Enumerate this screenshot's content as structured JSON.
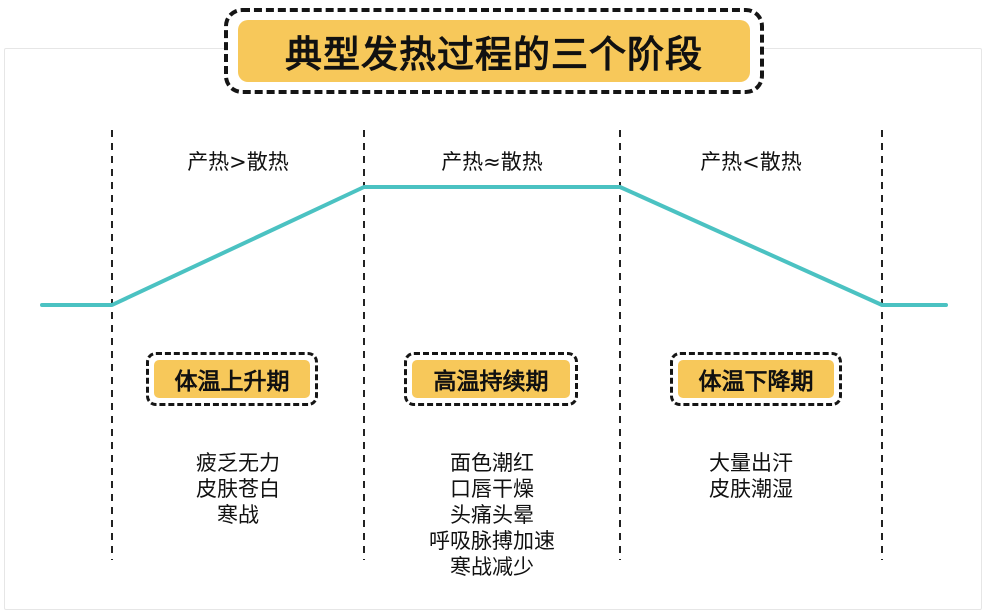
{
  "title": "典型发热过程的三个阶段",
  "colors": {
    "curve": "#4bc2c2",
    "label_fill": "#f7c85a",
    "border": "#151515"
  },
  "phases": [
    {
      "ratio": "产热>散热",
      "name": "体温上升期",
      "symptoms": [
        "疲乏无力",
        "皮肤苍白",
        "寒战"
      ]
    },
    {
      "ratio": "产热≈散热",
      "name": "高温持续期",
      "symptoms": [
        "面色潮红",
        "口唇干燥",
        "头痛头晕",
        "呼吸脉搏加速",
        "寒战减少"
      ]
    },
    {
      "ratio": "产热<散热",
      "name": "体温下降期",
      "symptoms": [
        "大量出汗",
        "皮肤潮湿"
      ]
    }
  ]
}
